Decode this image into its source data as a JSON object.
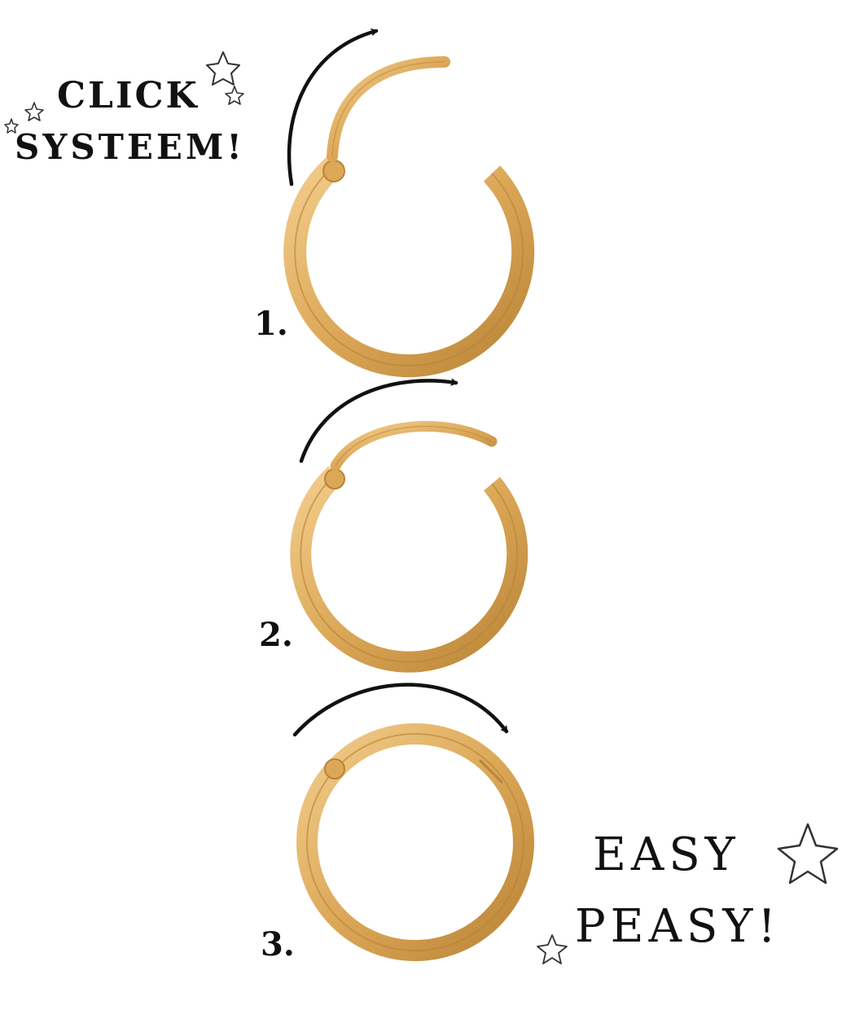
{
  "header": {
    "line1": "CLICK",
    "line2": "SYSTEEM!"
  },
  "steps": [
    {
      "number": "1."
    },
    {
      "number": "2."
    },
    {
      "number": "3."
    }
  ],
  "footer": {
    "line1": "EASY",
    "line2": "PEASY!"
  },
  "colors": {
    "gold": "#dca858",
    "gold_dark": "#b98436",
    "gold_light": "#f2cd8c",
    "ink": "#111111"
  },
  "icons": [
    "star-icon",
    "curved-arrow-icon",
    "hinged-hoop-ring"
  ]
}
